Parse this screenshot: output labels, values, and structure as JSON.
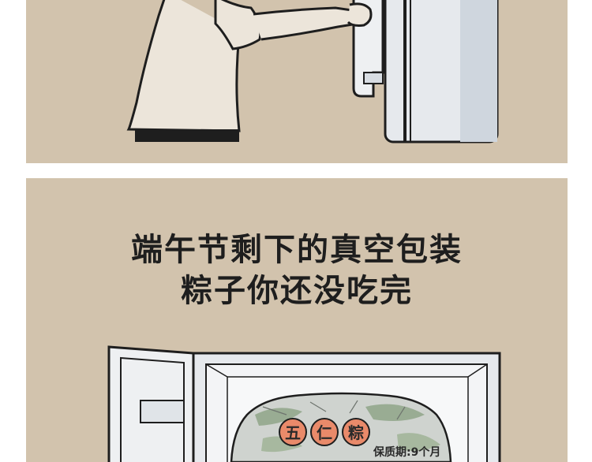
{
  "panel_2": {
    "caption_line_1": "端午节剩下的真空包装",
    "caption_line_2": "粽子你还没吃完",
    "package": {
      "seal_chars": [
        "五",
        "仁",
        "粽"
      ],
      "shelf_life": "保质期:9个月"
    }
  },
  "colors": {
    "panel_background": "#d2c3ad",
    "outline": "#1e1e1e",
    "fridge_body": "#e6e9ed",
    "shirt": "#ece5da",
    "seal": "#e98a6a"
  }
}
